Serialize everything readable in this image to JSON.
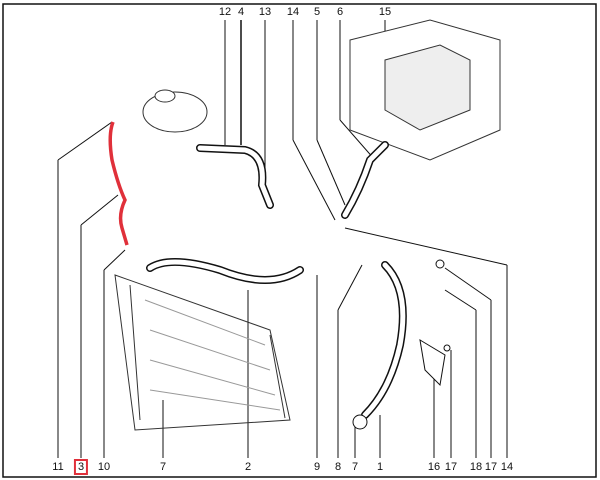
{
  "diagram": {
    "top_callouts": [
      "12",
      "4",
      "13",
      "14",
      "5",
      "6",
      "15"
    ],
    "bottom_callouts": [
      "11",
      "3",
      "10",
      "7",
      "2",
      "9",
      "8",
      "7",
      "1",
      "16",
      "17",
      "18",
      "17",
      "14"
    ],
    "highlighted_callout": "3",
    "highlight_color": "#e0303a",
    "line_color": "#111111"
  }
}
